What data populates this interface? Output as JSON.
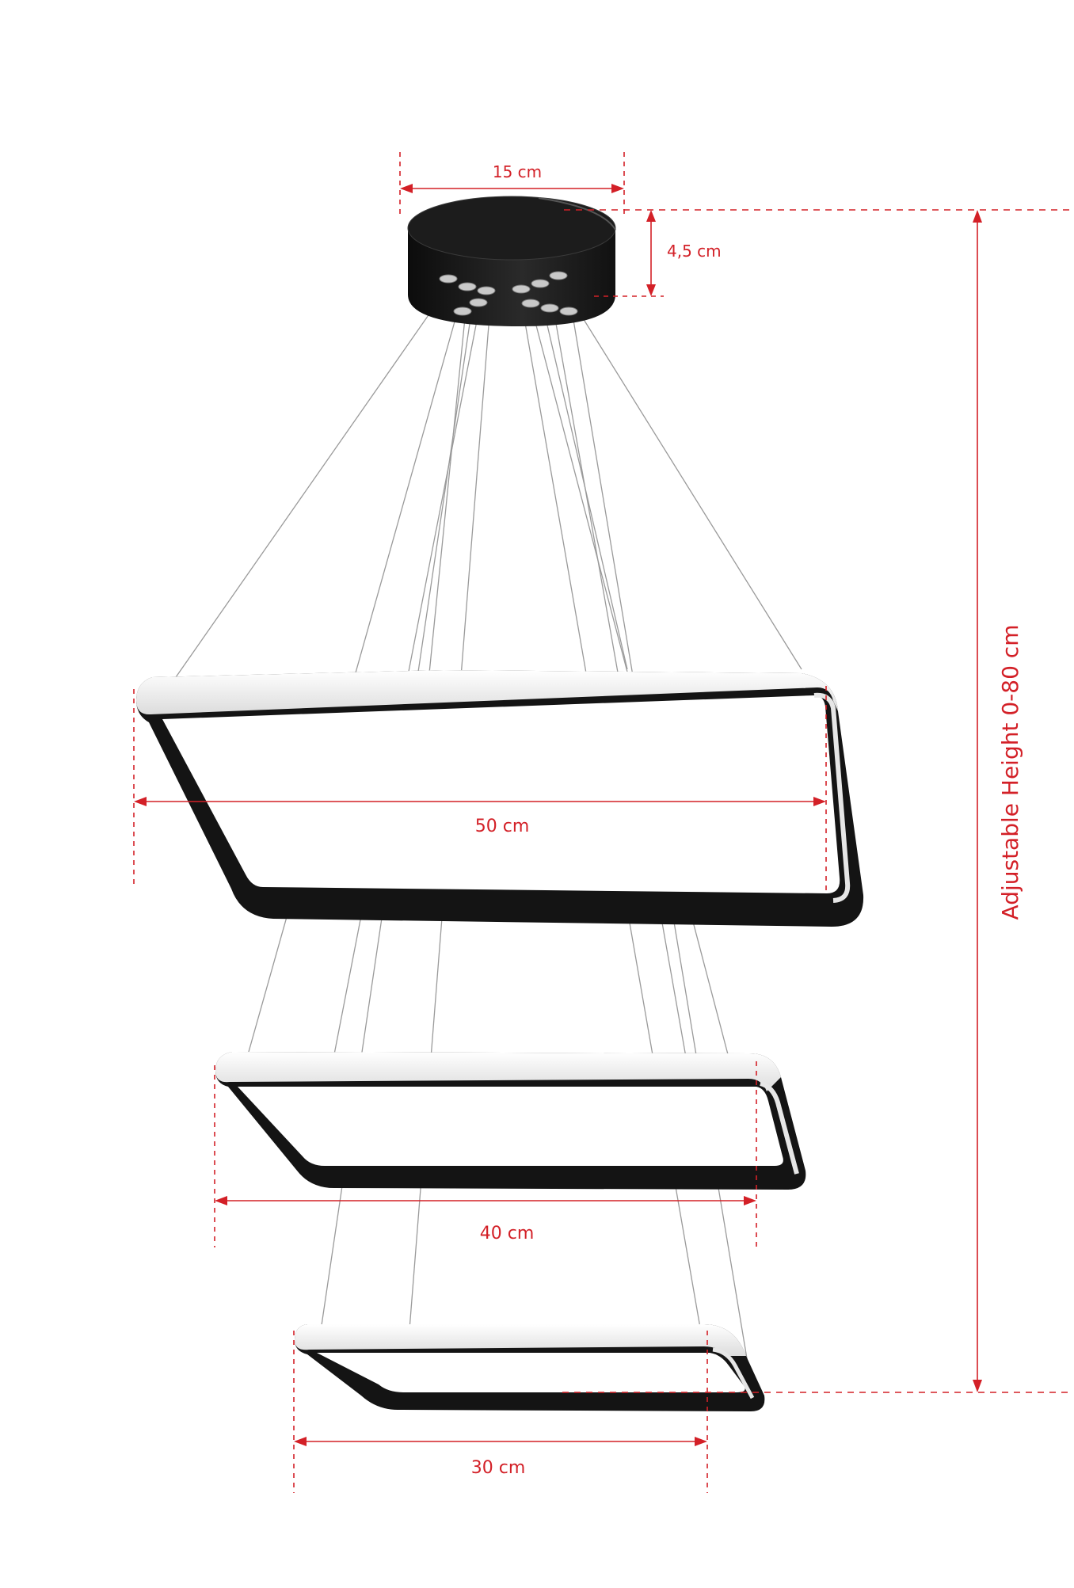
{
  "dimensions": {
    "canopy_width": "15 cm",
    "canopy_height": "4,5 cm",
    "adjustable_height": "Adjustable Height 0-80 cm",
    "ring_large": "50 cm",
    "ring_medium": "40 cm",
    "ring_small": "30 cm"
  },
  "colors": {
    "dimension_red": "#d32027",
    "frame_black": "#141414",
    "ring_white": "#f4f4f4",
    "wire_gray": "#9a9a9a"
  }
}
